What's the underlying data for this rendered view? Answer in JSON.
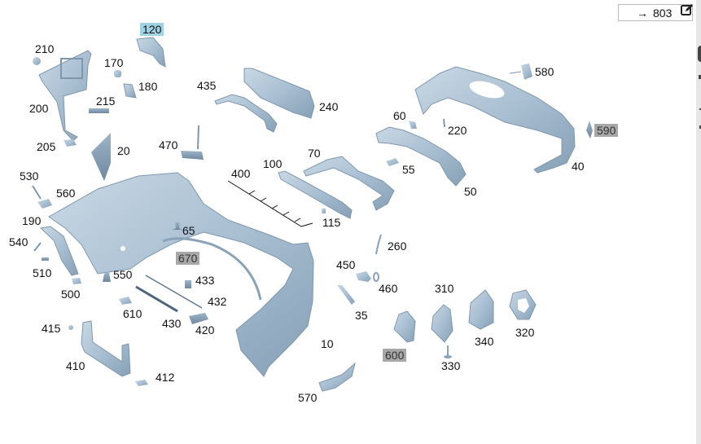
{
  "reference": {
    "arrow": "→",
    "number": "803"
  },
  "colors": {
    "part_fill": "#a9bfd2",
    "part_dark": "#7f97ad",
    "part_light": "#cbd9e5",
    "highlight_blue": "#9fd3e3",
    "highlight_grey": "#a8a8a8"
  },
  "labels": [
    {
      "id": "120",
      "text": "120",
      "highlight": "blue"
    },
    {
      "id": "210",
      "text": "210"
    },
    {
      "id": "170",
      "text": "170"
    },
    {
      "id": "180",
      "text": "180"
    },
    {
      "id": "200",
      "text": "200"
    },
    {
      "id": "215",
      "text": "215"
    },
    {
      "id": "205",
      "text": "205"
    },
    {
      "id": "20",
      "text": "20"
    },
    {
      "id": "470",
      "text": "470"
    },
    {
      "id": "435",
      "text": "435"
    },
    {
      "id": "240",
      "text": "240"
    },
    {
      "id": "580",
      "text": "580"
    },
    {
      "id": "60",
      "text": "60"
    },
    {
      "id": "220",
      "text": "220"
    },
    {
      "id": "590",
      "text": "590",
      "highlight": "grey"
    },
    {
      "id": "40",
      "text": "40"
    },
    {
      "id": "70",
      "text": "70"
    },
    {
      "id": "100",
      "text": "100"
    },
    {
      "id": "400",
      "text": "400"
    },
    {
      "id": "55",
      "text": "55"
    },
    {
      "id": "50",
      "text": "50"
    },
    {
      "id": "115",
      "text": "115"
    },
    {
      "id": "530",
      "text": "530"
    },
    {
      "id": "560",
      "text": "560"
    },
    {
      "id": "190",
      "text": "190"
    },
    {
      "id": "540",
      "text": "540"
    },
    {
      "id": "510",
      "text": "510"
    },
    {
      "id": "500",
      "text": "500"
    },
    {
      "id": "550",
      "text": "550"
    },
    {
      "id": "65",
      "text": "65"
    },
    {
      "id": "670",
      "text": "670",
      "highlight": "grey"
    },
    {
      "id": "433",
      "text": "433"
    },
    {
      "id": "432",
      "text": "432"
    },
    {
      "id": "610",
      "text": "610"
    },
    {
      "id": "430",
      "text": "430"
    },
    {
      "id": "420",
      "text": "420"
    },
    {
      "id": "415",
      "text": "415"
    },
    {
      "id": "410",
      "text": "410"
    },
    {
      "id": "412",
      "text": "412"
    },
    {
      "id": "260",
      "text": "260"
    },
    {
      "id": "450",
      "text": "450"
    },
    {
      "id": "460",
      "text": "460"
    },
    {
      "id": "35",
      "text": "35"
    },
    {
      "id": "10",
      "text": "10"
    },
    {
      "id": "600",
      "text": "600",
      "highlight": "grey"
    },
    {
      "id": "570",
      "text": "570"
    },
    {
      "id": "310",
      "text": "310"
    },
    {
      "id": "340",
      "text": "340"
    },
    {
      "id": "320",
      "text": "320"
    },
    {
      "id": "330",
      "text": "330"
    }
  ]
}
